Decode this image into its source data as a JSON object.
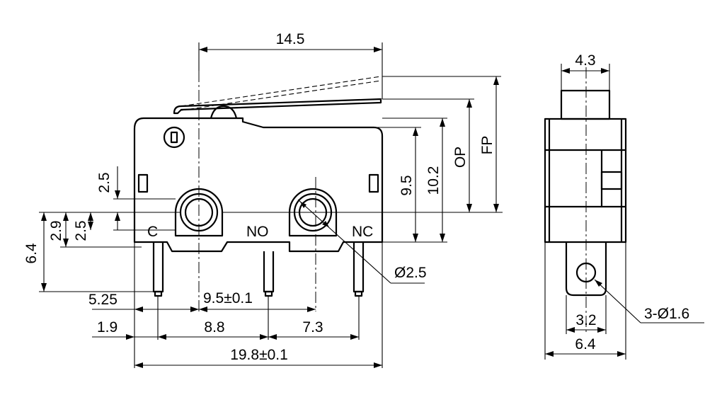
{
  "dimensions": {
    "actuator_length": "14.5",
    "side_width_top": "4.3",
    "hole_spacing_c": "2.5",
    "height_9_5": "9.5",
    "height_10_2": "10.2",
    "op": "OP",
    "fp": "FP",
    "left_2_9": "2.9",
    "left_2_5": "2.5",
    "left_6_4": "6.4",
    "hole_diameter": "Ø2.5",
    "offset_5_25": "5.25",
    "hole_pitch": "9.5±0.1",
    "offset_1_9": "1.9",
    "pitch_8_8": "8.8",
    "pitch_7_3": "7.3",
    "overall_length": "19.8±0.1",
    "side_3_2": "3.2",
    "side_6_4": "6.4",
    "terminal_holes": "3-Ø1.6"
  },
  "terminals": {
    "c": "C",
    "no": "NO",
    "nc": "NC"
  }
}
